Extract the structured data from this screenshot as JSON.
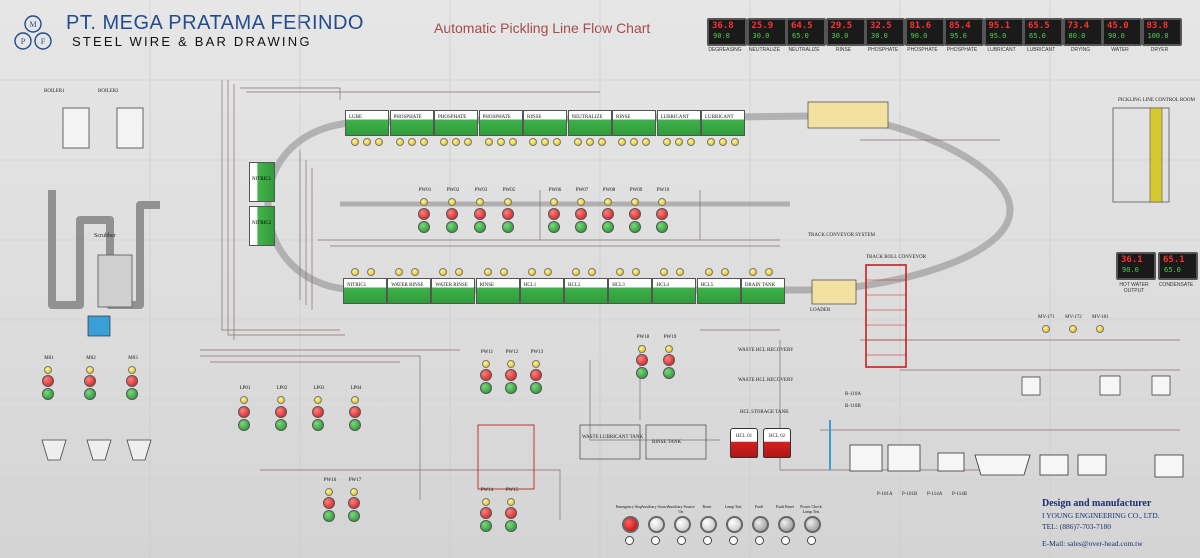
{
  "header": {
    "company_name": "PT. MEGA PRATAMA FERINDO",
    "company_sub": "STEEL WIRE & BAR DRAWING",
    "chart_title": "Automatic Pickling Line Flow Chart",
    "logo_letters": [
      "M",
      "P",
      "F"
    ]
  },
  "top_meters": [
    {
      "pv": "36.8",
      "sv": "90.0",
      "label": "DEGREASING"
    },
    {
      "pv": "25.9",
      "sv": "30.0",
      "label": "NEUTRALIZE"
    },
    {
      "pv": "64.5",
      "sv": "65.0",
      "label": "NEUTRALIZE"
    },
    {
      "pv": "29.5",
      "sv": "30.0",
      "label": "RINSE"
    },
    {
      "pv": "32.5",
      "sv": "30.0",
      "label": "PHOSPHATE"
    },
    {
      "pv": "81.6",
      "sv": "90.0",
      "label": "PHOSPHATE"
    },
    {
      "pv": "85.4",
      "sv": "95.0",
      "label": "PHOSPHATE"
    },
    {
      "pv": "95.1",
      "sv": "95.0",
      "label": "LUBRICANT"
    },
    {
      "pv": "65.5",
      "sv": "65.0",
      "label": "LUBRICANT"
    },
    {
      "pv": "73.4",
      "sv": "80.0",
      "label": "DRYING"
    },
    {
      "pv": "45.0",
      "sv": "90.0",
      "label": "WATER"
    },
    {
      "pv": "83.8",
      "sv": "100.0",
      "label": "DRYER"
    }
  ],
  "right_meters": [
    {
      "pv": "36.1",
      "sv": "90.0",
      "label": "HOT WATER OUTPUT"
    },
    {
      "pv": "65.1",
      "sv": "65.0",
      "label": "CONDENSATE"
    }
  ],
  "boilers": [
    "BOILER1",
    "BOILER2"
  ],
  "scrubber_label": "Scrubber",
  "top_line_tanks": [
    "LUBE",
    "PHOSPHATE",
    "PHOSPHATE",
    "PHOSPHATE",
    "RINSE",
    "NEUTRALIZE",
    "RINSE",
    "LUBRICANT",
    "LUBRICANT"
  ],
  "nitric_tanks": [
    "NITRIC1",
    "NITRIC2"
  ],
  "mid_pumps": [
    "PW01",
    "PW02",
    "PW03",
    "PW05",
    "PW06",
    "PW07",
    "PW08",
    "PW09",
    "PW10"
  ],
  "bottom_line_tanks": [
    "NITRIC1",
    "WATER RINSE",
    "WATER RINSE",
    "RINSE",
    "HCL1",
    "HCL2",
    "HCL3",
    "HCL4",
    "HCL5",
    "DRAIN TANK"
  ],
  "conveyor_labels": {
    "transfer": "TRACK CONVEYOR SYSTEM",
    "rollconv": "TRACK ROLL CONVEYOR",
    "loader": "LOADER",
    "waste_tank": "WASTE LUBRICANT TANK",
    "rinse_tank": "RINSE TANK",
    "hcl_storage": "HCL STORAGE TANK",
    "waste_hcl1": "WASTE HCL RECOVERY",
    "waste_hcl2": "WASTE HCL RECOVERY",
    "hcl_tank1": "HCL 01",
    "hcl_tank2": "HCL 02",
    "pickling_control": "PICKLING LINE CONTROL ROOM"
  },
  "left_motors": [
    "M01",
    "M02",
    "M03"
  ],
  "left_pumps": [
    "LP01",
    "LP02",
    "LP03",
    "LP04"
  ],
  "lower_pumps": [
    "PW11",
    "PW12",
    "PW13",
    "PW14",
    "PW15",
    "PW16",
    "PW17",
    "PW18",
    "PW19"
  ],
  "valves_right": [
    "MV-171",
    "MV-172",
    "MV-101",
    "B-110A",
    "B-110B"
  ],
  "pumps_bottom_right": [
    "P-101A",
    "P-101B",
    "P-114A",
    "P-114B"
  ],
  "console_buttons": [
    "Emergency Stop",
    "Auxiliary Source",
    "Auxiliary Source On",
    "Reset",
    "Lamp Test",
    "Fault",
    "Fault Reset",
    "Power Check Lamp Test"
  ],
  "design": {
    "title": "Design and manufacturer",
    "company": "I YOUNG ENGINEERING CO., LTD.",
    "tel": "TEL: (886)7-703-7180",
    "email": "E-Mail: sales@over-head.com.tw"
  },
  "colors": {
    "tank_green": "#2f9c3a",
    "hcl_red": "#c62020",
    "title_red": "#a44b4b",
    "company_blue": "#234c8e",
    "meter_red": "#ff3030",
    "meter_green": "#4fd04f"
  }
}
